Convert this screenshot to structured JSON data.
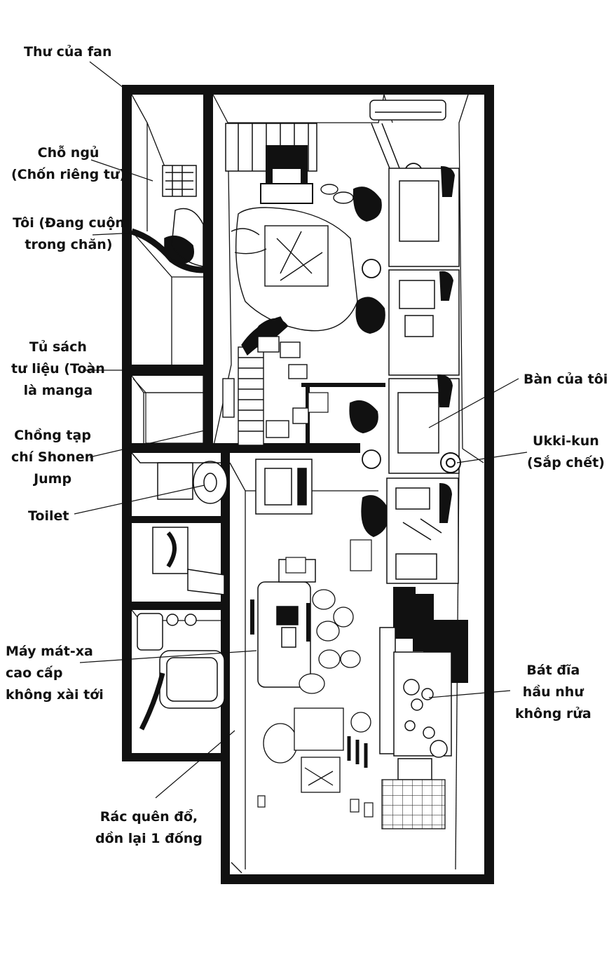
{
  "colors": {
    "ink": "#111111",
    "paper": "#ffffff"
  },
  "labels": {
    "fan_letters": [
      "Thư của fan"
    ],
    "sleeping_spot": [
      "Chỗ ngủ",
      "(Chốn riêng tư)"
    ],
    "me": [
      "Tôi (Đang cuộn",
      "trong chăn)"
    ],
    "bookshelf": [
      "Tủ sách",
      "tư liệu (Toàn",
      "là manga"
    ],
    "jump_stack": [
      "Chồng tạp",
      "chí Shonen",
      "Jump"
    ],
    "toilet": [
      "Toilet"
    ],
    "massage_machine": [
      "Máy mát-xa",
      "cao cấp",
      "không xài tới"
    ],
    "trash": [
      "Rác quên đổ,",
      "dồn lại 1 đống"
    ],
    "my_desk": [
      "Bàn của tôi"
    ],
    "ukki_kun": [
      "Ukki-kun",
      "(Sắp chết)"
    ],
    "dishes": [
      "Bát đĩa",
      "hầu như",
      "không rửa"
    ]
  }
}
